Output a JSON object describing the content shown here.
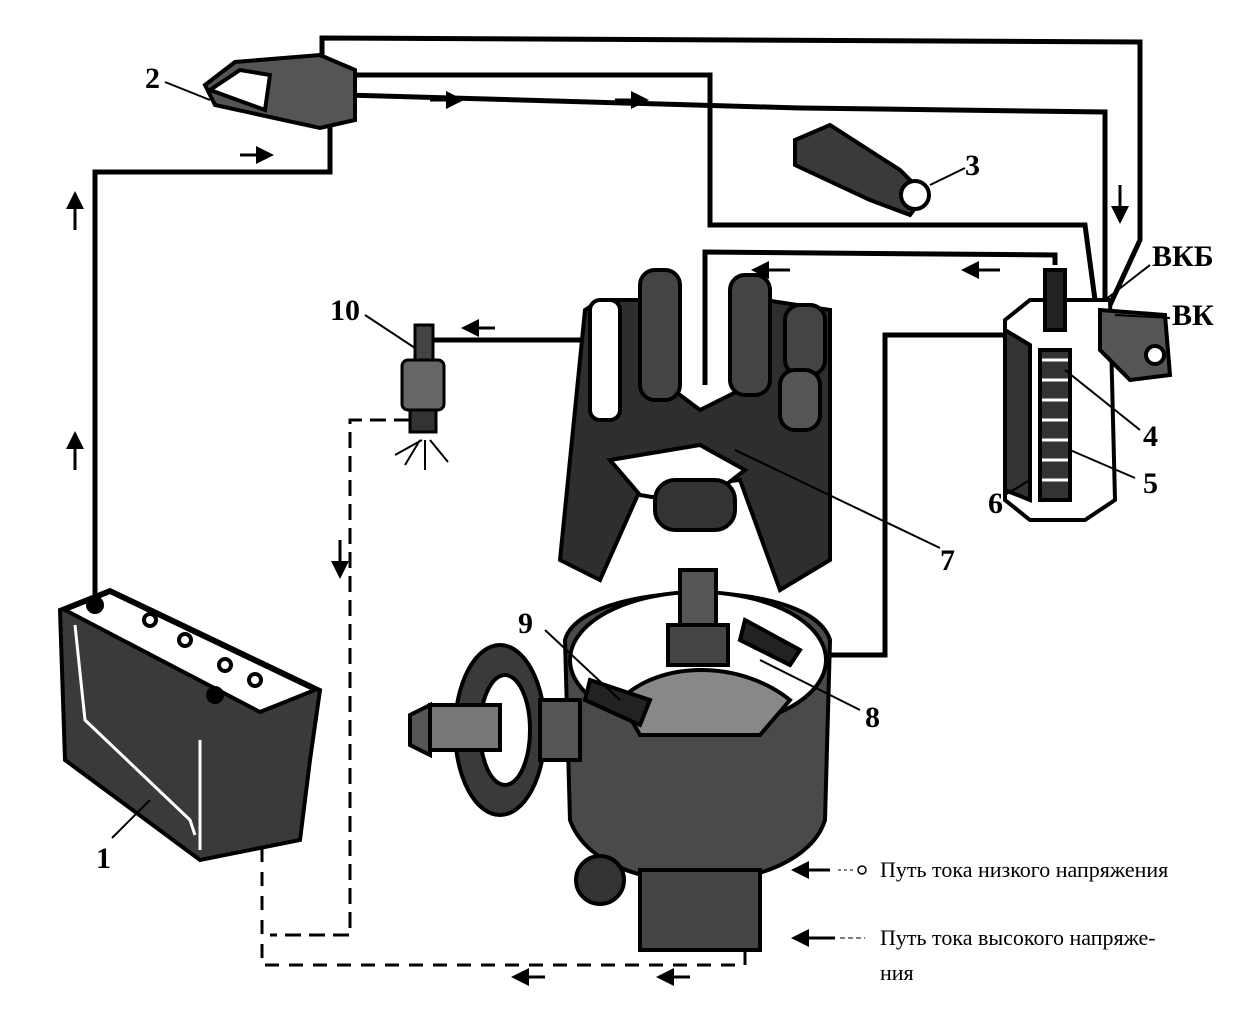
{
  "labels": {
    "l1": "1",
    "l2": "2",
    "l3": "3",
    "l4": "4",
    "l5": "5",
    "l6": "6",
    "l7": "7",
    "l8": "8",
    "l9": "9",
    "l10": "10",
    "vkb": "ВКБ",
    "vk": "ВК"
  },
  "legend": {
    "low_voltage": "Путь тока низкого напряжения",
    "high_voltage_line1": "Путь тока высокого напряже-",
    "high_voltage_line2": "ния"
  }
}
